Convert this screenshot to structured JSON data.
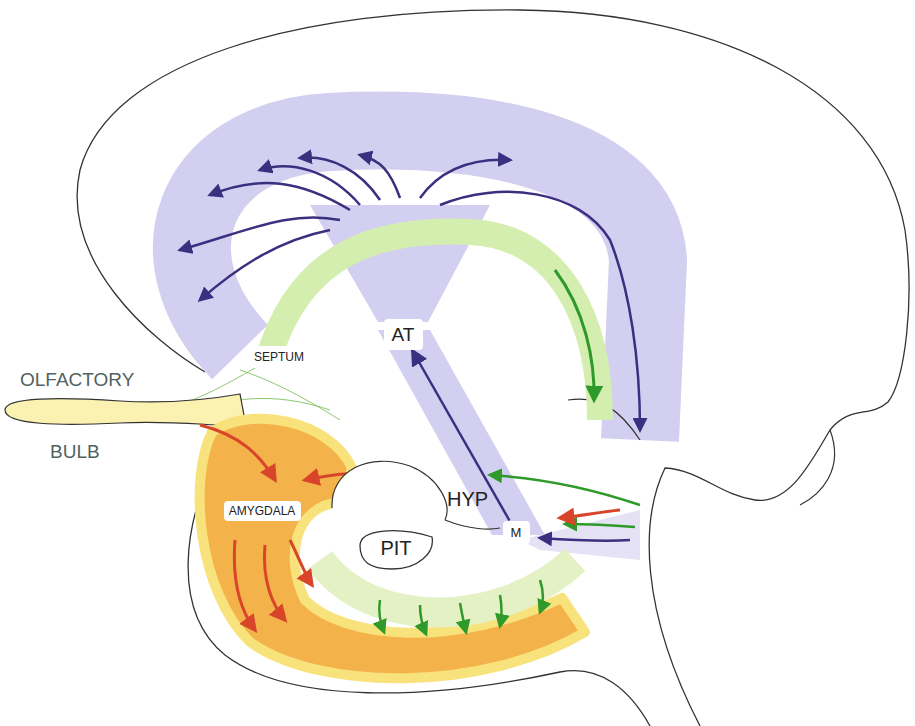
{
  "diagram": {
    "nodes": [
      {
        "text": [
          "SEPTUM"
        ]
      },
      {
        "text": [
          "AT"
        ]
      },
      {
        "text": [
          "AMYGDALA"
        ]
      },
      {
        "text": [
          "PIT"
        ]
      },
      {
        "text": [
          "M"
        ]
      }
    ],
    "edges": [
      {
        "from": 4,
        "to": 1,
        "arrow": "to"
      }
    ],
    "labels": [
      "OLFACTORY",
      "BULB",
      "HYP"
    ]
  }
}
